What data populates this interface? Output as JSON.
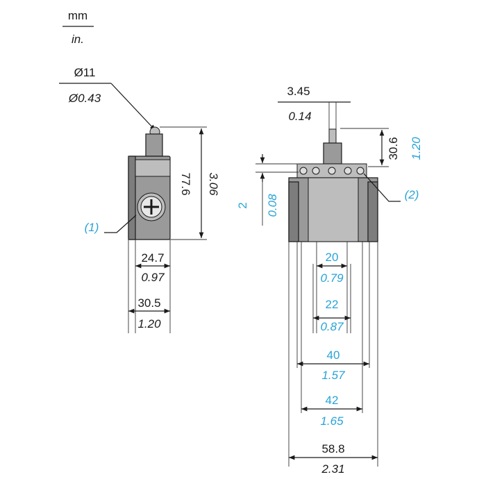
{
  "units": {
    "top": "mm",
    "bottom": "in."
  },
  "colors": {
    "line": "#1a1a1a",
    "accent": "#29a3d6",
    "body": "#9a9a9a"
  },
  "left_view": {
    "roller_diameter": {
      "mm": "Ø11",
      "in": "Ø0.43"
    },
    "height": {
      "mm": "77.6",
      "in": "3.06"
    },
    "width_inner": {
      "mm": "24.7",
      "in": "0.97"
    },
    "width_outer": {
      "mm": "30.5",
      "in": "1.20"
    },
    "callout_1": "(1)"
  },
  "right_view": {
    "plunger_width": {
      "mm": "3.45",
      "in": "0.14"
    },
    "plunger_height": {
      "mm": "30.6",
      "in": "1.20"
    },
    "step": {
      "mm": "2",
      "in": "0.08"
    },
    "callout_2": "(2)",
    "w20": {
      "mm": "20",
      "in": "0.79"
    },
    "w22": {
      "mm": "22",
      "in": "0.87"
    },
    "w40": {
      "mm": "40",
      "in": "1.57"
    },
    "w42": {
      "mm": "42",
      "in": "1.65"
    },
    "w58": {
      "mm": "58.8",
      "in": "2.31"
    }
  }
}
